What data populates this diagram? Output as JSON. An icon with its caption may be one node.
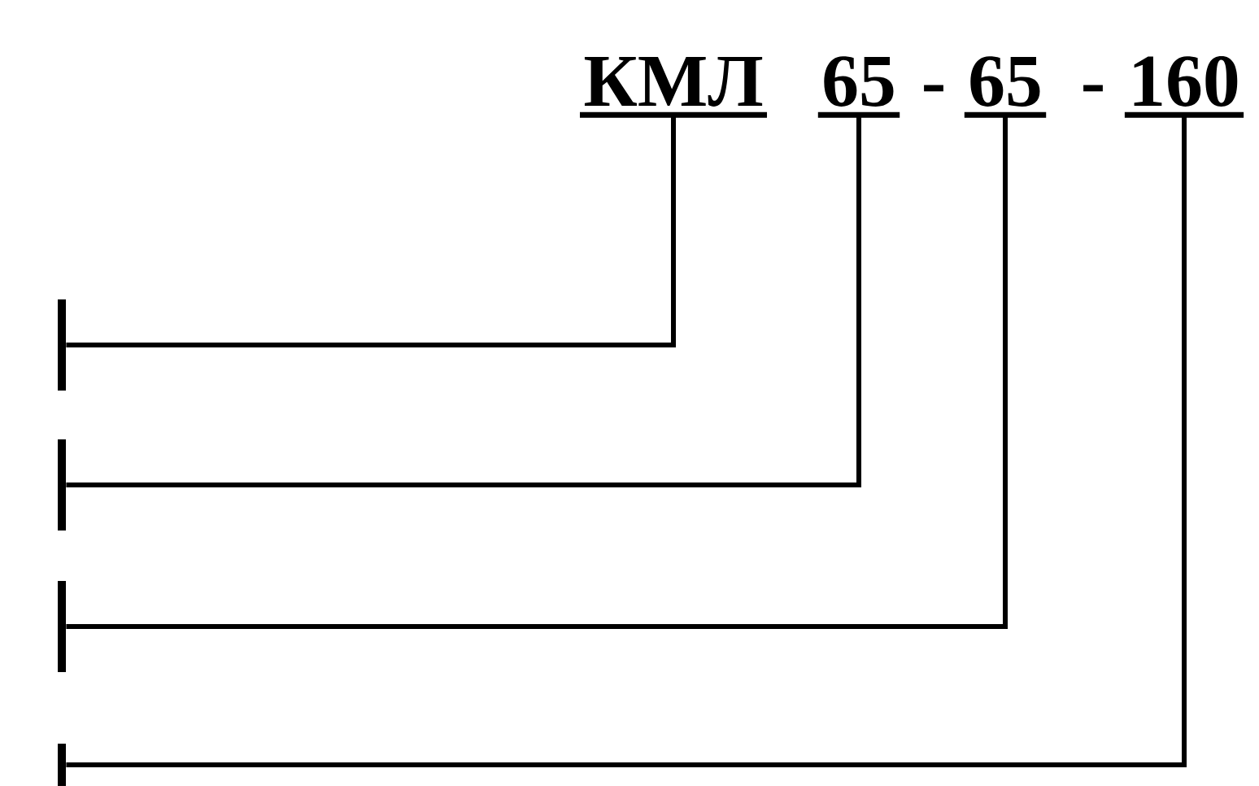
{
  "diagram": {
    "nodes": [
      {
        "text": [
          "КМЛ"
        ]
      },
      {
        "text": [
          "65"
        ]
      },
      {
        "text": [
          "65"
        ]
      },
      {
        "text": [
          "160"
        ]
      },
      {
        "text": [],
        "shape": "bar"
      },
      {
        "text": [],
        "shape": "bar"
      },
      {
        "text": [],
        "shape": "bar"
      },
      {
        "text": [],
        "shape": "bar"
      }
    ],
    "edges": [
      {
        "from": 0,
        "to": 4,
        "arrow": "none"
      },
      {
        "from": 1,
        "to": 5,
        "arrow": "none"
      },
      {
        "from": 2,
        "to": 6,
        "arrow": "none"
      },
      {
        "from": 3,
        "to": 7,
        "arrow": "none"
      }
    ],
    "labels": [
      "-",
      "-"
    ]
  }
}
